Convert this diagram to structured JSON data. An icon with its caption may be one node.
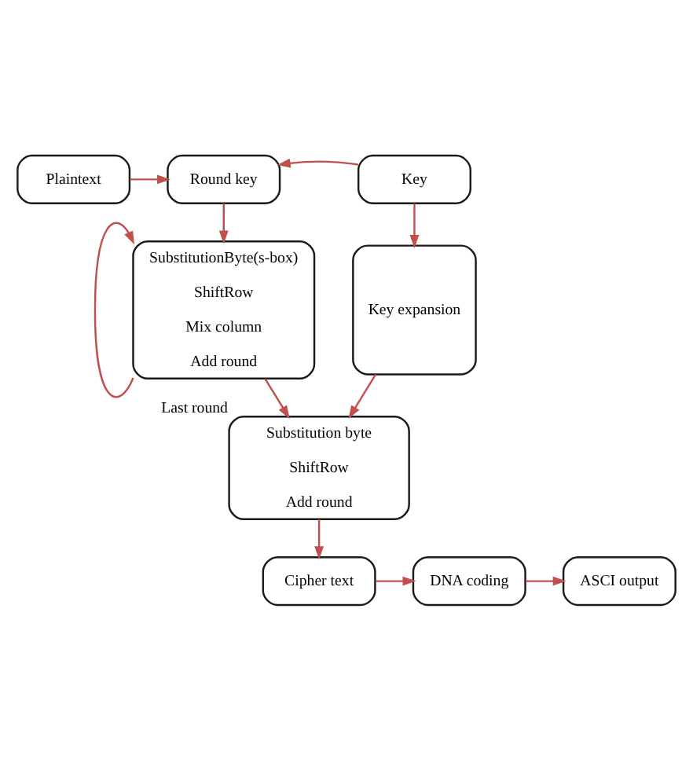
{
  "diagram": {
    "nodes": [
      {
        "text": [
          "Plaintext"
        ]
      },
      {
        "text": [
          "Round key"
        ]
      },
      {
        "text": [
          "Key"
        ]
      },
      {
        "text": [
          "SubstitutionByte(s-box)",
          "ShiftRow",
          "Mix column",
          "Add round"
        ]
      },
      {
        "text": [
          "Key expansion"
        ]
      },
      {
        "text": [
          "Substitution byte",
          "ShiftRow",
          "Add round"
        ],
        "beside": [
          "Last round"
        ]
      },
      {
        "text": [
          "Cipher text"
        ]
      },
      {
        "text": [
          "DNA coding"
        ]
      },
      {
        "text": [
          "ASCI output"
        ]
      }
    ],
    "edges": [
      {
        "from": 0,
        "to": 1,
        "arrow": "to"
      },
      {
        "from": 2,
        "to": 1,
        "arrow": "to"
      },
      {
        "from": 1,
        "to": 3,
        "arrow": "to"
      },
      {
        "from": 2,
        "to": 4,
        "arrow": "to"
      },
      {
        "from": 3,
        "to": 5,
        "arrow": "to"
      },
      {
        "from": 3,
        "to": 3,
        "arrow": "to"
      },
      {
        "from": 4,
        "to": 5,
        "arrow": "to"
      },
      {
        "from": 5,
        "to": 6,
        "arrow": "to"
      },
      {
        "from": 6,
        "to": 7,
        "arrow": "to"
      },
      {
        "from": 7,
        "to": 8,
        "arrow": "to"
      }
    ]
  }
}
